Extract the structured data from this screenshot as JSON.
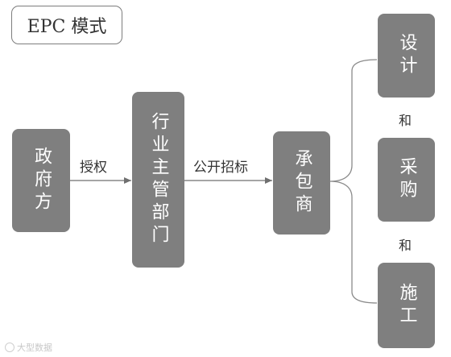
{
  "title": "EPC 模式",
  "nodes": {
    "government": "政府方",
    "authority": "行业主管部门",
    "contractor": "承包商",
    "design": "设计",
    "procurement": "采购",
    "construction": "施工"
  },
  "edges": {
    "authorize": "授权",
    "public_bidding": "公开招标"
  },
  "connectors": {
    "and_1": "和",
    "and_2": "和"
  },
  "watermark": "大型数据"
}
